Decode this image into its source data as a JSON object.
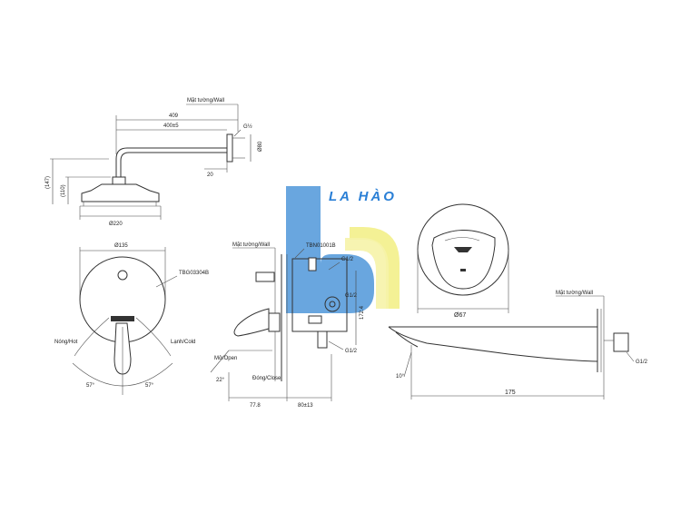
{
  "brand": {
    "name": "LA HÀO",
    "blue": "#4f96d9",
    "yellow": "#f3ef8a",
    "text_color": "#2a7fd6"
  },
  "shower_head": {
    "wall_label": "Mặt tường/Wall",
    "dims": {
      "arm_total": "409",
      "arm_inner": "400±5",
      "thread": "G½",
      "flange": "Ø80",
      "depth": "20",
      "height_outer": "(147)",
      "height_inner": "(110)",
      "head_dia": "Ø220"
    }
  },
  "mixer_front": {
    "diameter": "Ø135",
    "model": "TBG03304B",
    "hot": "Nóng/Hot",
    "cold": "Lạnh/Cold",
    "angle_left": "57°",
    "angle_right": "57°"
  },
  "mixer_side": {
    "wall_label": "Mặt tường/Wall",
    "body_model": "TBN01001B",
    "thread_top": "G1/2",
    "thread_mid": "G1/2",
    "thread_bottom": "G1/2",
    "open": "Mở/Open",
    "close": "Đóng/Close",
    "angle": "22°",
    "dim_a": "77.8",
    "dim_b": "80±13",
    "dim_c": "172.4"
  },
  "spout": {
    "flange": "Ø67",
    "wall_label": "Mặt tường/Wall",
    "thread": "G1/2",
    "angle": "10°",
    "length": "175"
  }
}
